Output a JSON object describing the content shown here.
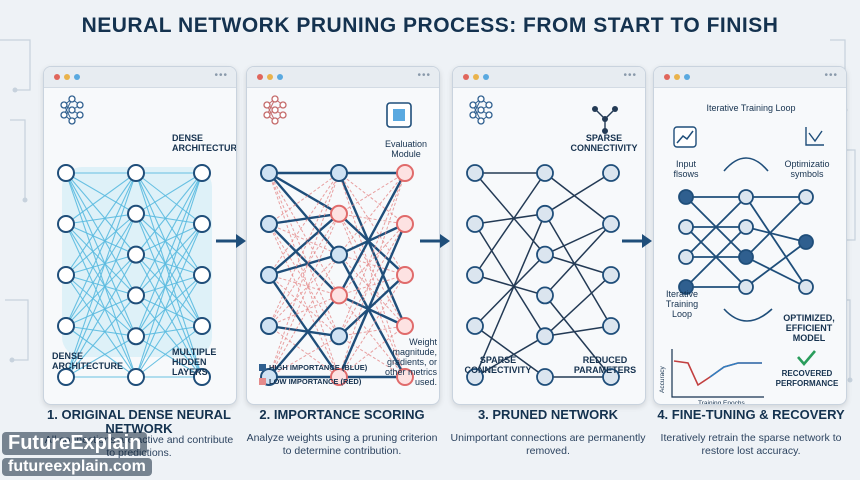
{
  "title": "NEURAL NETWORK PRUNING PROCESS: FROM START TO FINISH",
  "colors": {
    "strong": "#2f5f8f",
    "weak": "#e58b8b",
    "glow": "#7fd0ee",
    "pruned": "#233a55",
    "accent": "#2a9d5c"
  },
  "panels": [
    {
      "caption": "1. ORIGINAL DENSE NEURAL NETWORK",
      "description": "All connections are active and contribute to predictions.",
      "labels": {
        "dense_top": "DENSE ARCHITECTURE",
        "dense_bottom": "DENSE ARCHITECTURE",
        "hidden": "MULTIPLE HIDDEN LAYERS"
      },
      "icon": "network-icon"
    },
    {
      "caption": "2. IMPORTANCE SCORING",
      "description": "Analyze weights using a pruning criterion to determine contribution.",
      "labels": {
        "module": "Evaluation Module",
        "metrics": "Weight magnitude, gradients, or other metrics used."
      },
      "legend": {
        "high": "HIGH IMPORTANCE (BLUE)",
        "low": "LOW IMPORTANCE (RED)"
      },
      "icon": "chip-icon"
    },
    {
      "caption": "3. PRUNED NETWORK",
      "description": "Unimportant connections are permanently removed.",
      "labels": {
        "sparse_top": "SPARSE CONNECTIVITY",
        "sparse_bottom": "SPARSE CONNECTIVITY",
        "reduced": "REDUCED PARAMETERS"
      },
      "icon": "sparse-graph-icon"
    },
    {
      "caption": "4. FINE-TUNING & RECOVERY",
      "description": "Iteratively retrain the sparse network to restore lost accuracy.",
      "labels": {
        "loop_top": "Iterative Training Loop",
        "input": "Input flsows",
        "optim": "Optimizatio symbols",
        "loop_bottom": "Iterative Training Loop",
        "efficient": "OPTIMIZED, EFFICIENT MODEL",
        "recovered": "RECOVERED PERFORMANCE",
        "accuracy": "Accuracy",
        "epochs": "Training Epochs"
      },
      "icon": "chart-icon"
    }
  ],
  "brand": {
    "name": "FutureExplain",
    "url": "futureexplain.com"
  }
}
